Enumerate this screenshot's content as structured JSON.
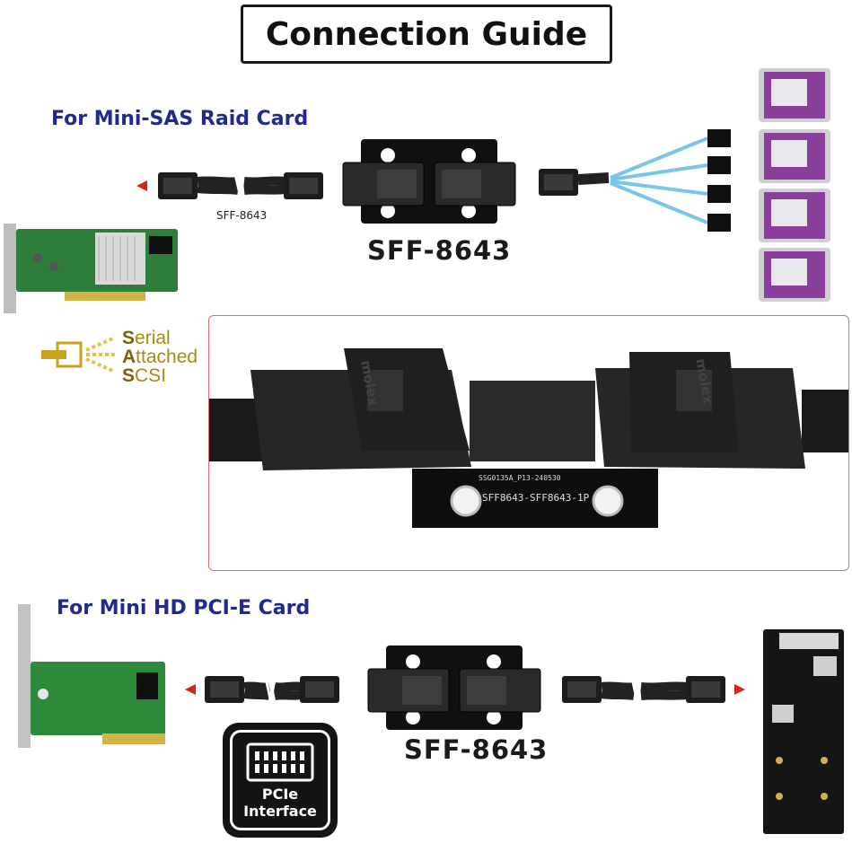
{
  "title": "Connection Guide",
  "top_section": {
    "heading": "For Mini-SAS Raid Card",
    "cable_label": "SFF-8643",
    "adapter_label": "SFF-8643"
  },
  "sas_logo": {
    "line1": {
      "initial": "S",
      "rest": "erial"
    },
    "line2": {
      "initial": "A",
      "rest": "ttached"
    },
    "line3": {
      "initial": "S",
      "rest": "CSI"
    }
  },
  "detail_photo": {
    "brand_left": "molex",
    "brand_right": "molex",
    "pcb_code": "SSG0135A_P13-240530",
    "pcb_marking": "SFF8643-SFF8643-1P"
  },
  "bottom_section": {
    "heading": "For Mini HD PCI-E Card",
    "adapter_label": "SFF-8643"
  },
  "pcie_badge": {
    "line1": "PCIe",
    "line2": "Interface"
  },
  "colors": {
    "heading_blue": "#1f2a8c",
    "arrow_red": "#d9261c",
    "frame_red": "#e06b6b",
    "drive_purple": "#7b3f8f",
    "pcb_green": "#2e7d3a",
    "sata_cable_blue": "#7ac6e8"
  }
}
